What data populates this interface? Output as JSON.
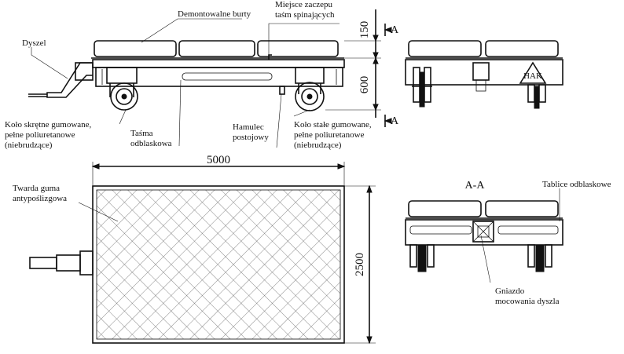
{
  "labels": {
    "demountable_sides": "Demontowalne burty",
    "strap_point_line1": "Miejsce zaczepu",
    "strap_point_line2": "taśm spinających",
    "drawbar": "Dyszel",
    "swivel_wheel_line1": "Koło skrętne gumowane,",
    "swivel_wheel_line2": "pełne poliuretanowe",
    "swivel_wheel_line3": "(niebrudzące)",
    "reflective_tape_line1": "Taśma",
    "reflective_tape_line2": "odblaskowa",
    "parking_brake_line1": "Hamulec",
    "parking_brake_line2": "postojowy",
    "fixed_wheel_line1": "Koło stałe gumowane,",
    "fixed_wheel_line2": "pełne poliuretanowe",
    "fixed_wheel_line3": "(niebrudzące)",
    "rubber_line1": "Twarda guma",
    "rubber_line2": "antypoślizgowa",
    "reflective_boards": "Tablice odblaskowe",
    "socket_line1": "Gniazdo",
    "socket_line2": "mocowania dyszla",
    "section_mark": "A",
    "section_title": "A-A",
    "logo_text": "HAK"
  },
  "dimensions": {
    "length": "5000",
    "width": "2500",
    "side_height": "150",
    "platform_height": "600"
  }
}
